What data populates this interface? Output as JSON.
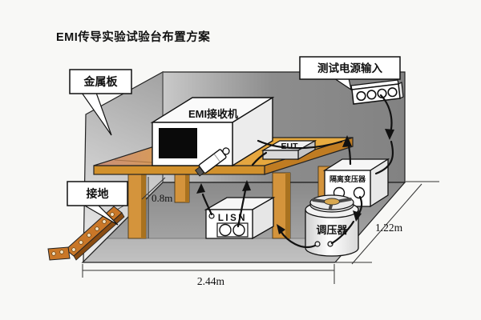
{
  "title": "EMI传导实验试验台布置方案",
  "callouts": {
    "metal_plate": "金属板",
    "ground": "接地",
    "test_power_input": "测试电源输入"
  },
  "equipment": {
    "emi_receiver": "EMI接收机",
    "eut": "EUT",
    "lisn": "LISN",
    "voltage_regulator": "调压器",
    "isolation_transformer": "隔离变压器"
  },
  "dimensions": {
    "table_height": "0.8m",
    "room_depth": "1.22m",
    "room_width": "2.44m"
  },
  "colors": {
    "background": "#f8f8f6",
    "back_wall": "#8d8d8d",
    "metal_plate_wall": "#d9d9d9",
    "floor": "#a8a8a8",
    "table_wood": "#e2a33c",
    "table_front": "#d2912c",
    "ground_strap": "#c97728",
    "equipment_body": "#ffffff",
    "cable": "#111111"
  }
}
